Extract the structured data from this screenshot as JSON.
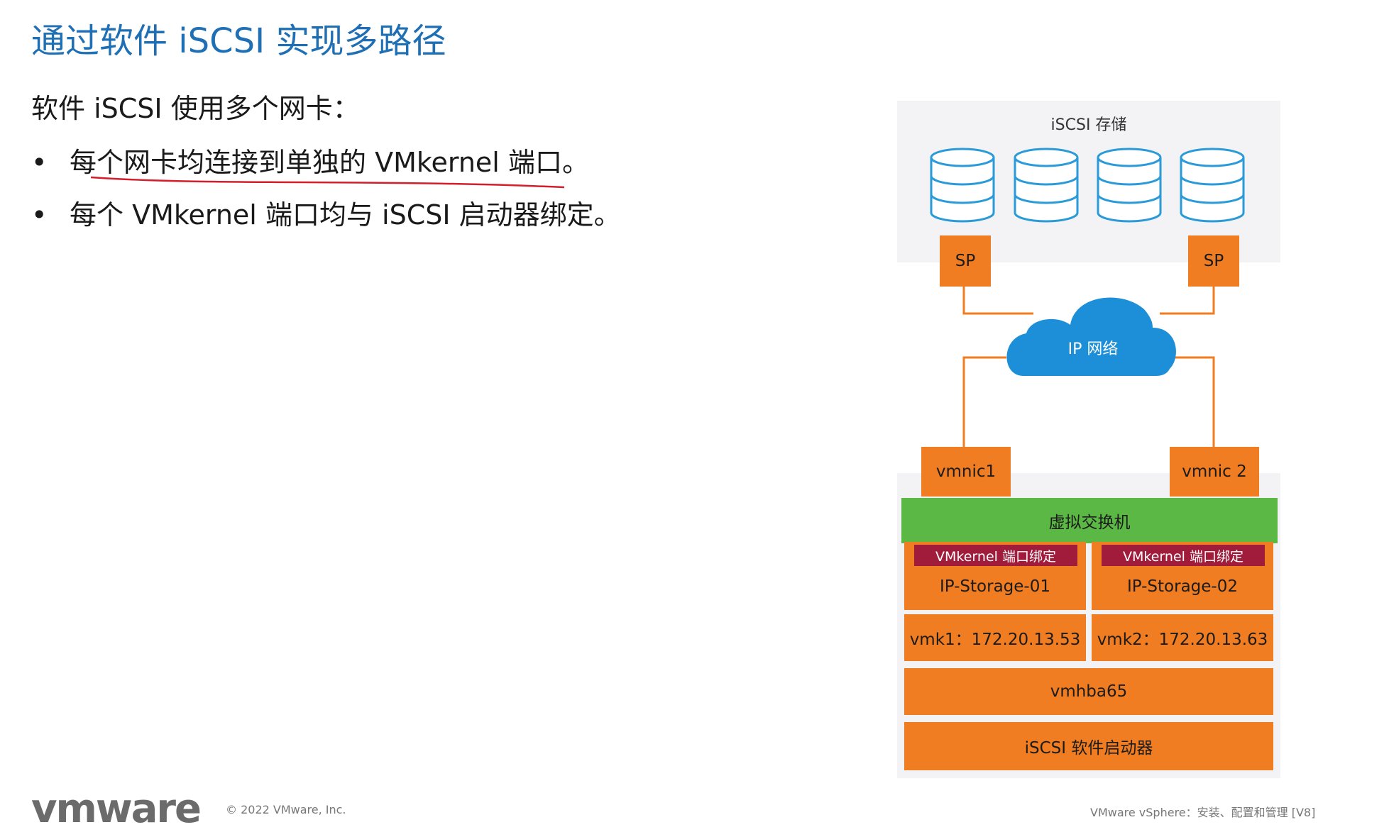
{
  "slide": {
    "title": "通过软件 iSCSI 实现多路径",
    "intro": "软件 iSCSI 使用多个网卡：",
    "bullets": [
      "每个网卡均连接到单独的 VMkernel 端口。",
      "每个 VMkernel 端口均与 iSCSI 启动器绑定。"
    ],
    "bullet_marker": "•"
  },
  "diagram": {
    "storage_label": "iSCSI 存储",
    "sp_labels": [
      "SP",
      "SP"
    ],
    "network_label": "IP 网络",
    "vmnics": [
      "vmnic1",
      "vmnic 2"
    ],
    "switch_label": "虚拟交换机",
    "bindings": [
      {
        "tag": "VMkernel 端口绑定",
        "portgroup": "IP-Storage-01",
        "vmk": "vmk1：172.20.13.53"
      },
      {
        "tag": "VMkernel 端口绑定",
        "portgroup": "IP-Storage-02",
        "vmk": "vmk2：172.20.13.63"
      }
    ],
    "hba": "vmhba65",
    "initiator": "iSCSI 软件启动器",
    "colors": {
      "orange": "#f07d21",
      "green": "#5cb844",
      "crimson": "#a11b3b",
      "cloud": "#1d8fd8",
      "disk_stroke": "#2a9ad8",
      "title_blue": "#1f6fb5",
      "annotation_red": "#d21f2b"
    }
  },
  "footer": {
    "logo": "vmware",
    "copyright": "© 2022 VMware, Inc.",
    "right": "VMware vSphere：安装、配置和管理 [V8]"
  }
}
